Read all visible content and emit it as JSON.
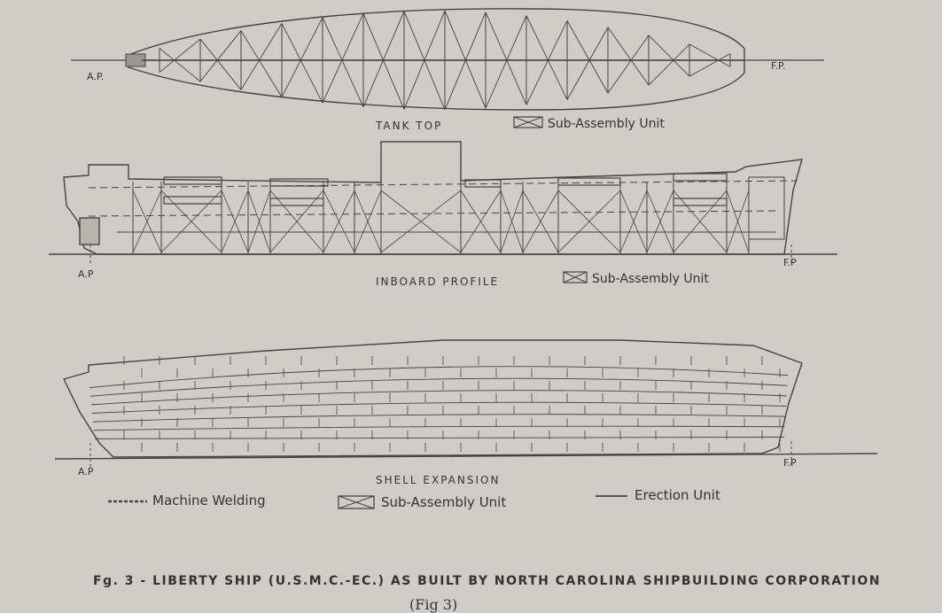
{
  "tank_top": {
    "title": "TANK TOP",
    "legend": "Sub-Assembly Unit",
    "left_marker": "A.P.",
    "right_marker": "F.P."
  },
  "inboard_profile": {
    "title": "INBOARD PROFILE",
    "legend": "Sub-Assembly Unit",
    "left_marker": "A.P",
    "right_marker": "F.P"
  },
  "shell_expansion": {
    "title": "SHELL EXPANSION",
    "left_marker": "A.P",
    "right_marker": "F.P"
  },
  "legend": {
    "machine_welding": "Machine Welding",
    "sub_assembly": "Sub-Assembly Unit",
    "erection_unit": "Erection Unit"
  },
  "caption": {
    "text": "Fg. 3 - LIBERTY SHIP (U.S.M.C.-EC.) AS BUILT BY NORTH CAROLINA SHIPBUILDING CORPORATION",
    "fig": "(Fig 3)"
  },
  "colors": {
    "paper": "#cfcdc6",
    "ink": "#3a3a3a"
  }
}
